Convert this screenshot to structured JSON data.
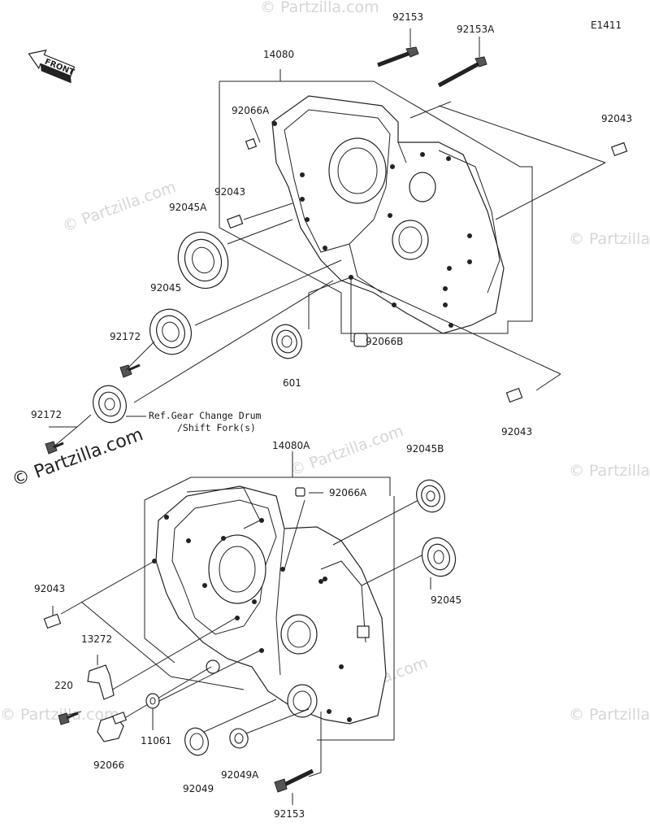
{
  "diagram_code": "E1411",
  "front_label": "FRONT",
  "watermark": "© Partzilla.com",
  "parts": {
    "p92153_top": "92153",
    "p92153A": "92153A",
    "p14080": "14080",
    "p92066A_top": "92066A",
    "p92043_upper_right": "92043",
    "p92043_upper_left": "92043",
    "p92045A": "92045A",
    "p92045_upper": "92045",
    "p92172_upper": "92172",
    "p601": "601",
    "p92066B": "92066B",
    "p92172_lower": "92172",
    "p92043_mid_right": "92043",
    "p14080A": "14080A",
    "p92045B": "92045B",
    "p92066A_lower": "92066A",
    "p92045_lower": "92045",
    "p92043_lower_left": "92043",
    "p13272": "13272",
    "p220": "220",
    "p92066": "92066",
    "p11061": "11061",
    "p92049": "92049",
    "p92049A": "92049A",
    "p92153_bottom": "92153"
  },
  "reference_note": {
    "line1": "Ref.Gear Change Drum",
    "line2": "/Shift Fork(s)"
  }
}
